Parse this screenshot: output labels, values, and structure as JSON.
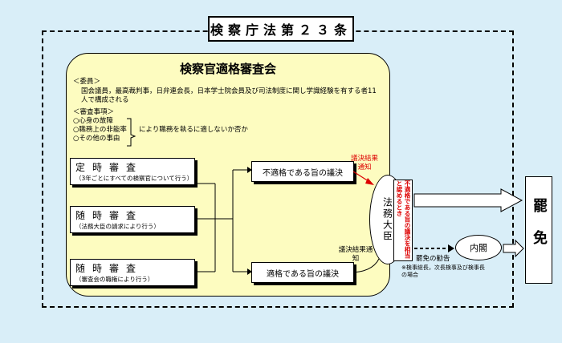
{
  "header": {
    "title": "検察庁法第２３条"
  },
  "commission": {
    "title": "検察官適格審査会",
    "members_heading": "＜委員＞",
    "members_text": "国会議員，最高裁判事，日弁連会長，日本学士院会員及び司法制度に関し学識経験を有する者11人で構成される",
    "criteria_heading": "＜審査事項＞",
    "criteria": [
      "○心身の故障",
      "○職務上の非能率",
      "○その他の事由"
    ],
    "criteria_note": "により職務を執るに適しないか否か"
  },
  "examinations": [
    {
      "title": "定時審査",
      "sub": "（3年ごとにすべての検察官について行う）"
    },
    {
      "title": "随時審査",
      "sub": "（法務大臣の請求により行う）"
    },
    {
      "title": "随時審査",
      "sub": "（審査会の職権により行う）"
    }
  ],
  "decisions": {
    "unfit": "不適格である旨の議決",
    "fit": "適格である旨の議決"
  },
  "notices": {
    "red": "議決結果通知",
    "black": "議決結果通知"
  },
  "minister": "法務大臣",
  "red_condition": "不適格である旨の議決を相当と認めるとき",
  "dismissal_advice": "罷免の勧告",
  "cabinet": "内閣",
  "footnote": "※検事総長，次長検事及び検事長の場合",
  "dismissal": "罷免",
  "colors": {
    "background": "#d9eef8",
    "commission_fill": "#fdfcc0",
    "notice_red": "#dd0000"
  }
}
